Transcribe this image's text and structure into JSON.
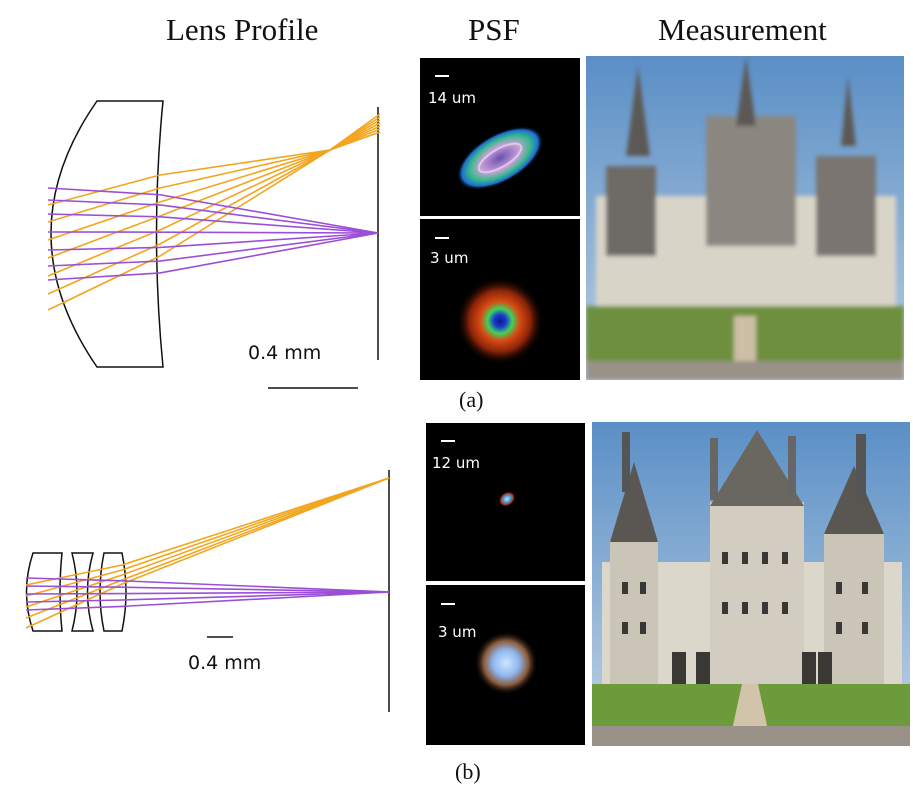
{
  "headers": {
    "lens_profile": "Lens Profile",
    "psf": "PSF",
    "measurement": "Measurement"
  },
  "panel_a": {
    "caption": "(a)",
    "lens_scale_label": "0.4 mm",
    "psf_offaxis_scale": "14 um",
    "psf_onaxis_scale": "3 um",
    "ray_colors": {
      "off_axis": "#f2a51e",
      "on_axis": "#9b4fd6"
    }
  },
  "panel_b": {
    "caption": "(b)",
    "lens_scale_label": "0.4 mm",
    "psf_offaxis_scale": "12 um",
    "psf_onaxis_scale": "3 um",
    "ray_colors": {
      "off_axis": "#f2a51e",
      "on_axis": "#9b4fd6"
    }
  }
}
